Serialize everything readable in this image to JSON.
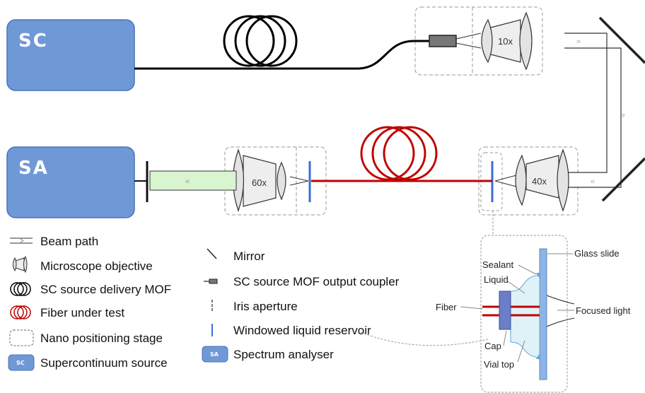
{
  "blocks": {
    "sc_source": "SC",
    "spectrum_analyser": "SA"
  },
  "objectives": {
    "upper": "10x",
    "right": "40x",
    "left": "60x"
  },
  "legend": {
    "beam_path": "Beam path",
    "objective": "Microscope objective",
    "delivery_mof": "SC source delivery MOF",
    "fiber_under_test": "Fiber under test",
    "stage": "Nano positioning stage",
    "sc_source": "Supercontinuum source",
    "sc_icon": "SC",
    "mirror": "Mirror",
    "coupler": "SC source MOF output coupler",
    "iris": "Iris aperture",
    "reservoir": "Windowed liquid reservoir",
    "analyser": "Spectrum analyser",
    "sa_icon": "SA"
  },
  "inset": {
    "sealant": "Sealant",
    "liquid": "Liquid",
    "fiber": "Fiber",
    "cap": "Cap",
    "vial_top": "Vial top",
    "glass_slide": "Glass slide",
    "focused_light": "Focused light"
  },
  "colors": {
    "block_fill": "#6f98d6",
    "block_stroke": "#4a74b8",
    "fiber_under_test": "#c00000",
    "delivery_fiber": "#000000",
    "reservoir_window": "#3b6fd1",
    "liquid": "#dff2f7",
    "output_beam": "#d8f5d0",
    "objective_fill": "#eeeeee",
    "lens_fill": "#e3e3e3",
    "stage_border": "#999999",
    "vial": "#6b7fc8"
  }
}
